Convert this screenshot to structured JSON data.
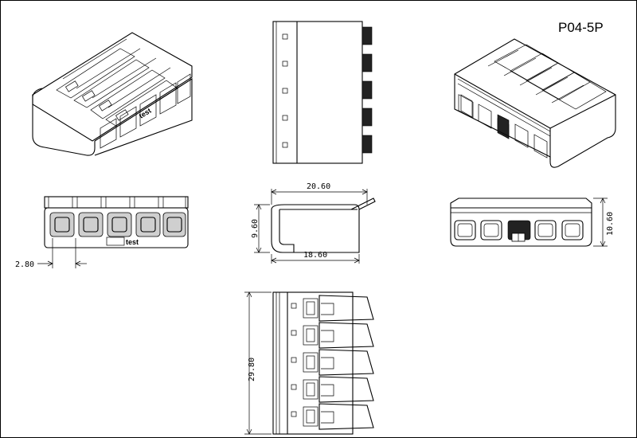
{
  "drawing": {
    "part_number": "P04-5P",
    "marking_text": "test"
  },
  "dimensions": {
    "pitch": "2.80",
    "overall_length": "20.60",
    "body_length": "18.60",
    "side_height": "9.60",
    "rear_height": "10.60",
    "width": "29.80"
  }
}
